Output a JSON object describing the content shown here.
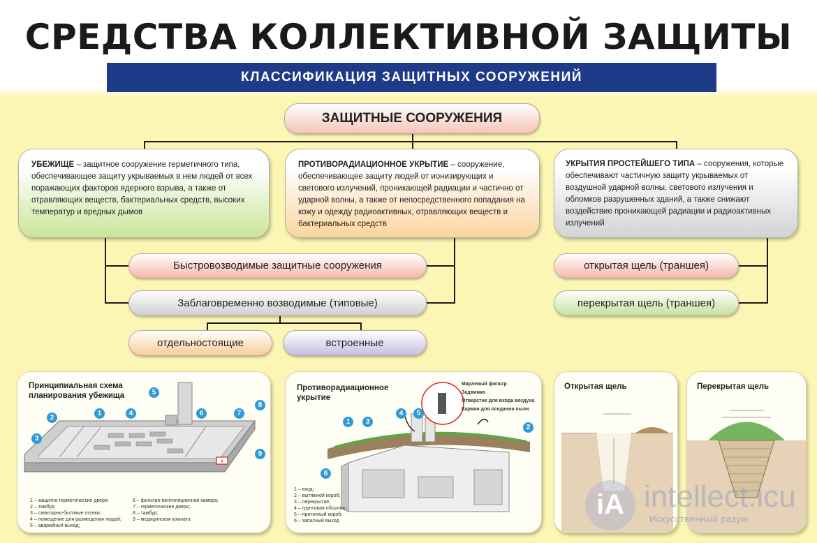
{
  "title": "СРЕДСТВА КОЛЛЕКТИВНОЙ ЗАЩИТЫ",
  "subtitle": "КЛАССИФИКАЦИЯ ЗАЩИТНЫХ СООРУЖЕНИЙ",
  "root": "ЗАЩИТНЫЕ СООРУЖЕНИЯ",
  "categories": [
    {
      "term": "УБЕЖИЩЕ",
      "definition": " – защитное сооружение герметичного типа, обеспечивающее защиту укрываемых в нем людей от всех поражающих факторов ядерного взрыва, а также от отравляющих веществ, бактериальных средств, высоких температур и вредных дымов"
    },
    {
      "term": "ПРОТИВОРАДИАЦИОННОЕ УКРЫТИЕ",
      "definition": " – сооружение, обеспечивающее защиту людей от ионизирующих и светового излучений, проникающей радиации и частично от ударной волны, а также от непосредственного попадания на кожу и одежду радиоактивных, отравляющих веществ и бактериальных средств"
    },
    {
      "term": "УКРЫТИЯ ПРОСТЕЙШЕГО ТИПА",
      "definition": " – сооружения, которые обеспечивают частичную защиту укрываемых от воздушной ударной волны, светового излучения и обломков разрушенных зданий, а также снижают воздействие проникающей радиации и радиоактивных излучений"
    }
  ],
  "shelter_types": {
    "rapid": "Быстровозводимые защитные сооружения",
    "prebuilt": "Заблаговременно возводимые (типовые)",
    "standalone": "отдельностоящие",
    "builtin": "встроенные"
  },
  "simple_types": {
    "open": "открытая щель (траншея)",
    "covered": "перекрытая щель (траншея)"
  },
  "panels": {
    "shelter_plan": {
      "title": "Принципиальная схема\nпланирования убежища",
      "numbers": [
        "1",
        "2",
        "3",
        "4",
        "5",
        "6",
        "7",
        "8",
        "9"
      ],
      "legend_left": "1 – защитно-герметические двери;\n2 – тамбур;\n3 – санитарно-бытовые отсеки;\n4 – помещение для размещения людей;\n5 – аварийный выход;",
      "legend_right": "6 – фильтро-вентиляционная камера;\n7 – герметические двери;\n8 – тамбур;\n9 – медицинская комната"
    },
    "anti_radiation": {
      "title": "Противорадиационное\nукрытие",
      "numbers": [
        "1",
        "2",
        "3",
        "4",
        "5",
        "6"
      ],
      "callout": "Марлевый фильтр\nЗадвижка\nОтверстие для входа воздуха\nКарман для оседания пыли",
      "legend": "1 – вход;\n2 – вытяжной короб;\n3 – перекрытие;\n4 – грунтовая обсыпка;\n5 – приточный короб;\n6 – запасный выход"
    },
    "open_trench": {
      "title": "Открытая щель"
    },
    "covered_trench": {
      "title": "Перекрытая щель"
    }
  },
  "watermark": {
    "brand": "intellect.icu",
    "tagline": "Искусственный разум",
    "logo": "iA"
  },
  "colors": {
    "subtitle_bar": "#1e3b8a",
    "background": "#fbf6b4",
    "number_badge": "#2f9ad8"
  }
}
